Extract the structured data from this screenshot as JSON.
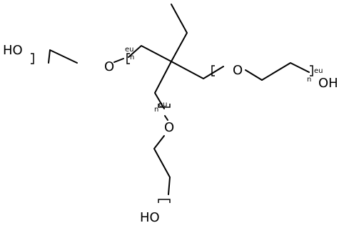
{
  "molecule": {
    "labels": {
      "oh_left": "HO",
      "o_left": "O",
      "oh_right": "OH",
      "o_right": "O",
      "o_bottom": "O",
      "oh_bottom": "HO"
    },
    "repeat": {
      "left_tag": "eu",
      "left_n": "n",
      "right_tag": "eu",
      "right_n": "n",
      "bottom_tag": "eu",
      "bottom_n": "n"
    }
  }
}
